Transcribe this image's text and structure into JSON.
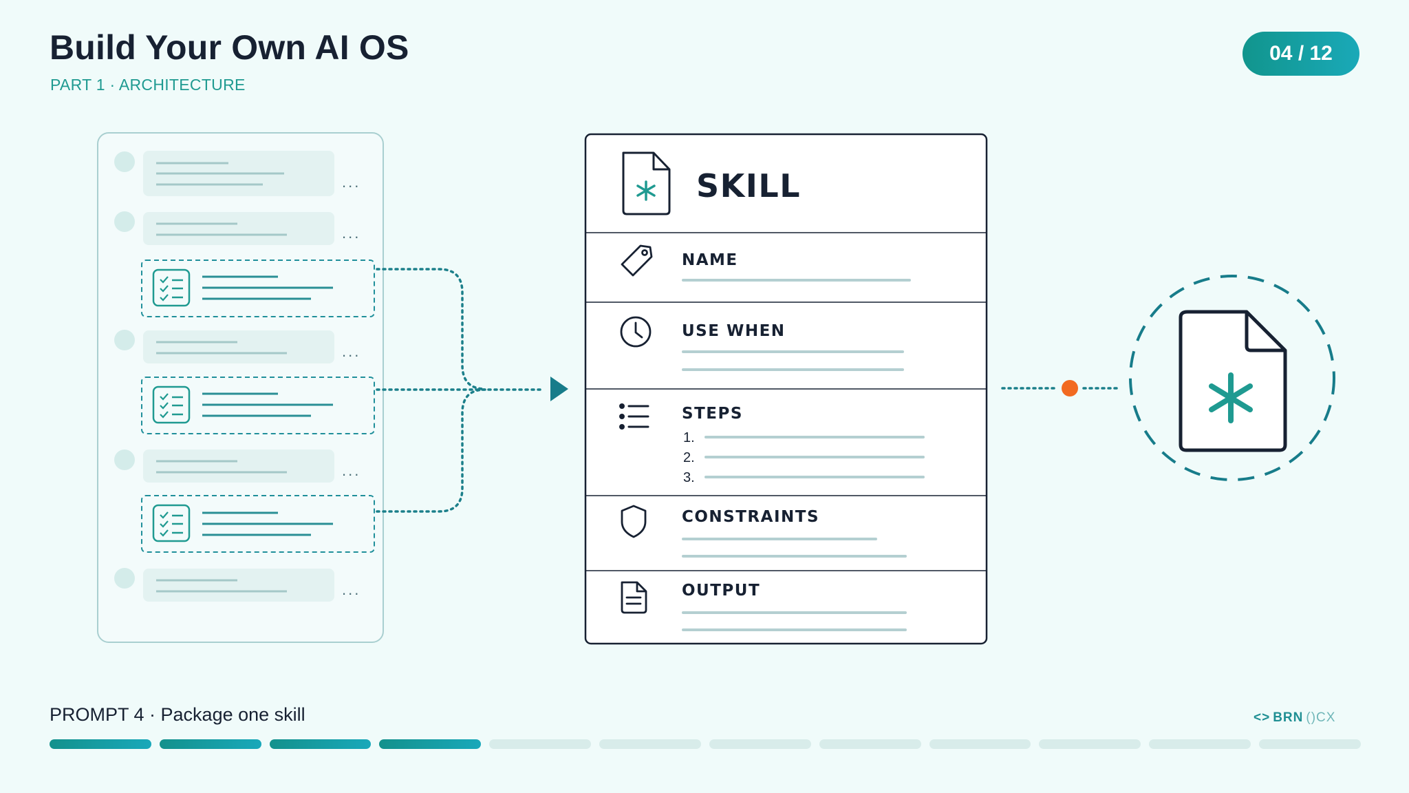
{
  "header": {
    "title": "Build Your Own AI OS",
    "subtitle": "PART 1 · ARCHITECTURE",
    "pager": "04 / 12"
  },
  "skill_card": {
    "title": "SKILL",
    "sections": [
      {
        "label": "NAME",
        "icon": "tag-icon"
      },
      {
        "label": "USE WHEN",
        "icon": "clock-icon"
      },
      {
        "label": "STEPS",
        "icon": "list-icon",
        "steps": [
          "1.",
          "2.",
          "3."
        ]
      },
      {
        "label": "CONSTRAINTS",
        "icon": "shield-icon"
      },
      {
        "label": "OUTPUT",
        "icon": "document-icon"
      }
    ]
  },
  "footer": {
    "prompt": "PROMPT 4 · Package one skill",
    "brand": "BRN",
    "brand_suffix": "()CX",
    "progress": {
      "current": 4,
      "total": 12
    }
  },
  "colors": {
    "accent": "#1f9a91",
    "dark": "#172132",
    "dot": "#f26a21",
    "background": "#f0fbfa"
  }
}
